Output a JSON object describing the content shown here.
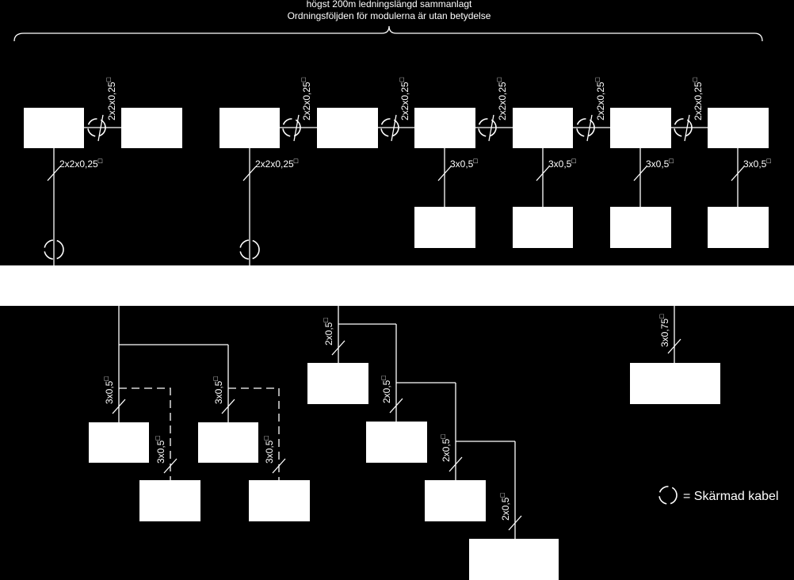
{
  "header": {
    "line1": "högst 200m ledningslängd sammanlagt",
    "line2": "Ordningsföljden för modulerna är utan betydelse"
  },
  "labels": {
    "cable_2x2x025": "2x2x0,25",
    "cable_3x05": "3x0,5",
    "cable_2x05": "2x0,5",
    "cable_3x075": "3x0,75",
    "square_mark": "□"
  },
  "legend": {
    "text": "= Skärmad kabel"
  },
  "colors": {
    "background": "#000000",
    "foreground": "#ffffff"
  }
}
